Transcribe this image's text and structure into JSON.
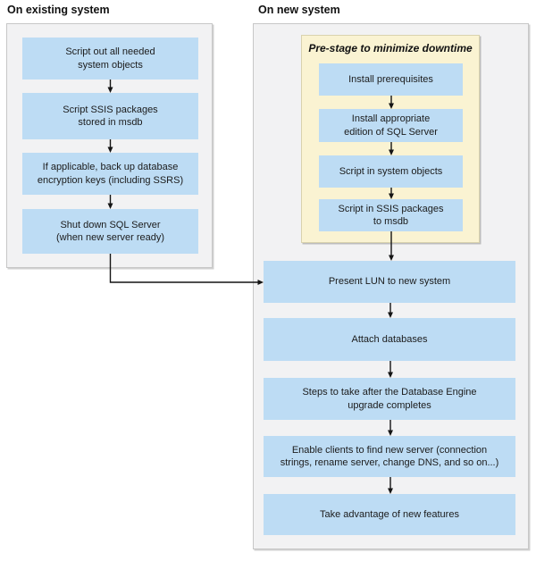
{
  "diagram": {
    "existing": {
      "header": "On existing system",
      "steps": [
        "Script out all needed\nsystem objects",
        "Script SSIS packages\nstored in msdb",
        "If applicable, back up database\nencryption keys (including SSRS)",
        "Shut down SQL Server\n(when new server ready)"
      ]
    },
    "new_system": {
      "header": "On new system",
      "prestage": {
        "title": "Pre-stage to minimize downtime",
        "steps": [
          "Install prerequisites",
          "Install appropriate\nedition of SQL Server",
          "Script in system objects",
          "Script in SSIS packages\nto msdb"
        ]
      },
      "steps": [
        "Present LUN to new system",
        "Attach databases",
        "Steps to take after the Database Engine\nupgrade completes",
        "Enable clients to find new server (connection\nstrings, rename server, change DNS, and so on...)",
        "Take advantage of new features"
      ]
    },
    "colors": {
      "step_box_blue": "#bddcf4",
      "prestage_fill": "#faf3d2",
      "prestage_border": "#d9d2ae",
      "panel_fill": "#f2f2f3",
      "panel_border": "#c7c7c7",
      "arrow": "#141414"
    }
  }
}
